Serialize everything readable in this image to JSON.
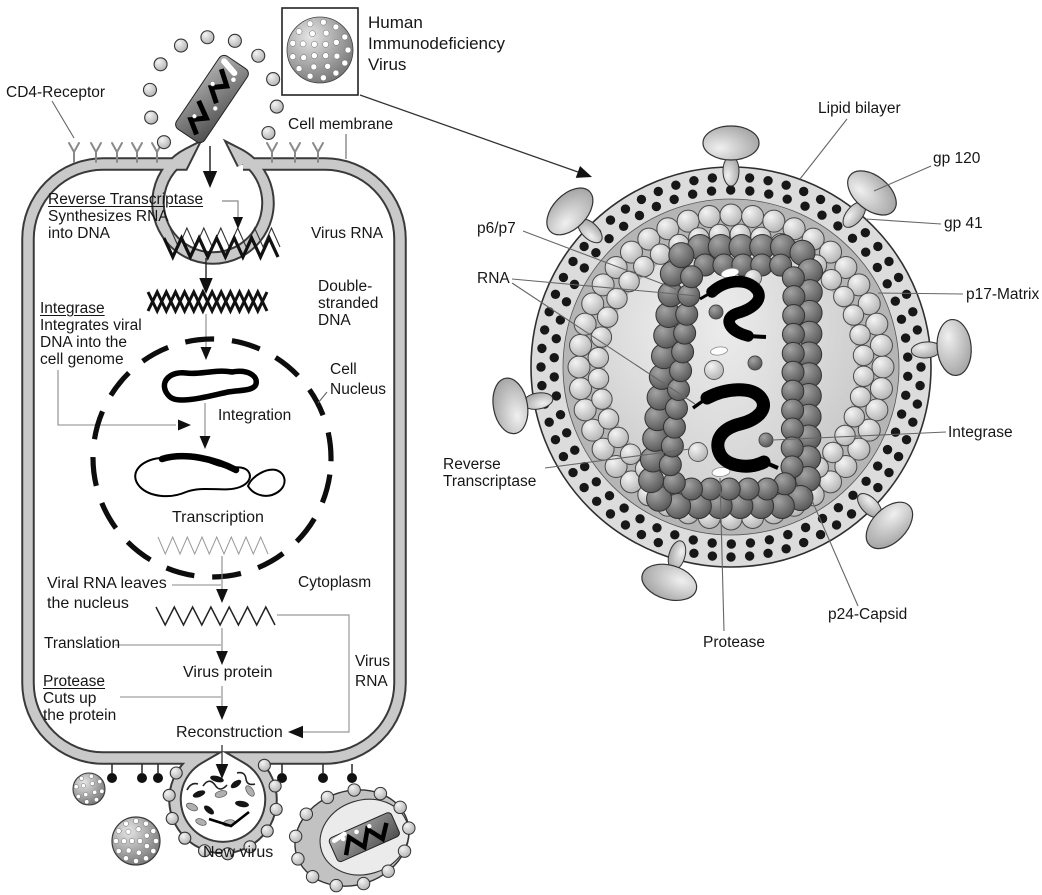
{
  "colors": {
    "ink": "#161616",
    "membrane_gray": "#c9c9c9",
    "lipid_band": "#dcdcdc",
    "matrix_ring": "#b5b5b5",
    "bead_dark": "#6e6e6e",
    "bead_light": "#d8d8d8"
  },
  "hiv_box": {
    "lines": [
      "Human",
      "Immunodeficiency",
      "Virus"
    ]
  },
  "cell": {
    "cd4_receptor": "CD4-Receptor",
    "cell_membrane": "Cell membrane",
    "reverse_transcriptase": {
      "title": "Reverse Transcriptase",
      "lines": [
        "Synthesizes RNA",
        "into DNA"
      ]
    },
    "virus_rna": "Virus RNA",
    "double_stranded_dna": {
      "lines": [
        "Double-",
        "stranded",
        "DNA"
      ]
    },
    "integrase": {
      "title": "Integrase",
      "lines": [
        "Integrates viral",
        "DNA into the",
        "cell genome"
      ]
    },
    "cell_nucleus": {
      "lines": [
        "Cell",
        "Nucleus"
      ]
    },
    "integration": "Integration",
    "transcription": "Transcription",
    "viral_rna_leaves": {
      "lines": [
        "Viral RNA leaves",
        "the nucleus"
      ]
    },
    "cytoplasm": "Cytoplasm",
    "translation": "Translation",
    "virus_protein": "Virus protein",
    "virus_rna_side": {
      "lines": [
        "Virus",
        "RNA"
      ]
    },
    "protease": {
      "title": "Protease",
      "lines": [
        "Cuts up",
        "the protein"
      ]
    },
    "reconstruction": "Reconstruction",
    "new_virus": "New virus"
  },
  "virion": {
    "lipid_bilayer": "Lipid bilayer",
    "gp120": "gp 120",
    "gp41": "gp 41",
    "p17_matrix": "p17-Matrix",
    "p6_p7": "p6/p7",
    "rna": "RNA",
    "reverse_transcriptase": {
      "lines": [
        "Reverse",
        "Transcriptase"
      ]
    },
    "integrase": "Integrase",
    "p24_capsid": "p24-Capsid",
    "protease": "Protease"
  }
}
